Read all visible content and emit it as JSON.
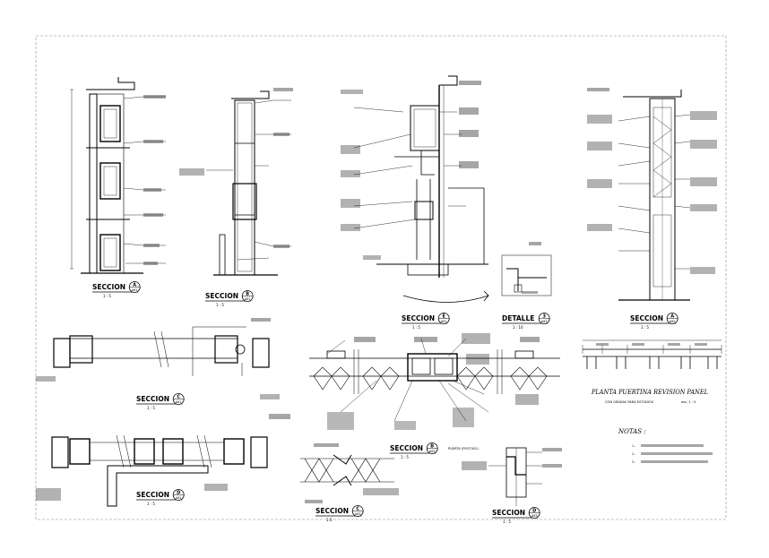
{
  "sheet": {
    "border_color": "#777777",
    "line_color": "#000000"
  },
  "details": [
    {
      "title": "SECCION",
      "letter": "A",
      "sheet": "A61",
      "scale": "1 : 5"
    },
    {
      "title": "SECCION",
      "letter": "B",
      "sheet": "A61",
      "scale": "1 : 5"
    },
    {
      "title": "SECCION",
      "letter": "E",
      "sheet": "A61",
      "scale": "1 : 5"
    },
    {
      "title": "DETALLE",
      "letter": "3",
      "sheet": "A61",
      "scale": "1 : 10"
    },
    {
      "title": "SECCION",
      "letter": "A",
      "sheet": "A62",
      "scale": "1 : 5"
    },
    {
      "title": "SECCION",
      "letter": "C",
      "sheet": "A61",
      "scale": "1 : 5"
    },
    {
      "title": "SECCION",
      "letter": "D",
      "sheet": "A61",
      "scale": "1 : 5"
    },
    {
      "title": "SECCION",
      "letter": "B",
      "sheet": "A63",
      "scale": "1 : 5"
    },
    {
      "title": "SECCION",
      "letter": "C",
      "sheet": "A63",
      "scale": "1:5"
    },
    {
      "title": "SECCION",
      "letter": "D",
      "sheet": "A63",
      "scale": "1 : 5"
    }
  ],
  "section_b_suffix": "PUERTA (POSTIGO)",
  "plan": {
    "title": "PLANTA PUERTINA REVISION PANEL",
    "subtitle": "CON GRADAS PARA ESTUDIOS",
    "scale": "esc. 1 : 5"
  },
  "notes_title": "NOTAS :",
  "note_numbers": [
    "1.-",
    "2.-",
    "3.-"
  ]
}
